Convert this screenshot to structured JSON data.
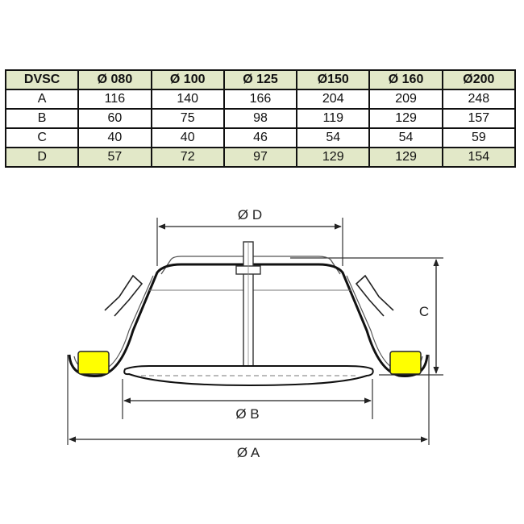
{
  "table": {
    "headers": [
      "DVSC",
      "Ø 080",
      "Ø 100",
      "Ø 125",
      "Ø150",
      "Ø 160",
      "Ø200"
    ],
    "rows": [
      {
        "label": "A",
        "values": [
          "116",
          "140",
          "166",
          "204",
          "209",
          "248"
        ]
      },
      {
        "label": "B",
        "values": [
          "60",
          "75",
          "98",
          "119",
          "129",
          "157"
        ]
      },
      {
        "label": "C",
        "values": [
          "40",
          "40",
          "46",
          "54",
          "54",
          "59"
        ]
      },
      {
        "label": "D",
        "values": [
          "57",
          "72",
          "97",
          "129",
          "129",
          "154"
        ]
      }
    ],
    "highlight_color": "#e2e8c8"
  },
  "drawing": {
    "label_d": "Ø D",
    "label_b": "Ø B",
    "label_a": "Ø A",
    "label_c": "C",
    "seal_color": "#ffff00"
  }
}
